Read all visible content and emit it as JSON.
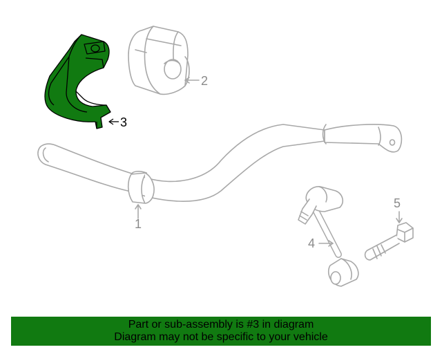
{
  "diagram": {
    "callouts": {
      "part1": "1",
      "part2": "2",
      "part3": "3",
      "part4": "4",
      "part5": "5"
    },
    "highlight_part": "3",
    "highlight_color": "#117a11",
    "line_color": "#a8a8a8"
  },
  "banner": {
    "line1": "Part or sub-assembly is #3 in diagram",
    "line2": "Diagram may not be specific to your vehicle",
    "background": "#117a11"
  }
}
